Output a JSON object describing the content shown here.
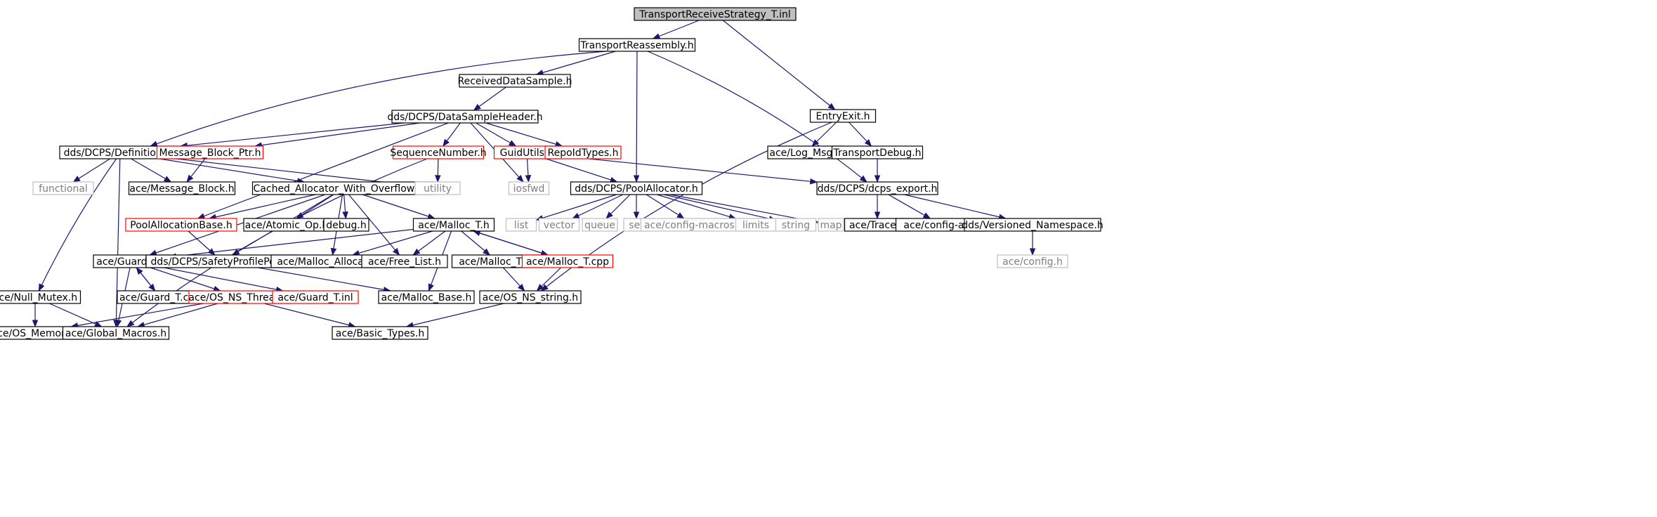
{
  "graph": {
    "colors": {
      "edge": "#191970",
      "normal_border": "#000000",
      "red_border": "#ff0000",
      "system_border": "#bfbfbf",
      "system_text": "#7f7f7f",
      "root_fill": "#bfbfbf",
      "fill": "#ffffff",
      "text": "#000000"
    },
    "nodes": [
      {
        "id": "n0",
        "label": "TransportReceiveStrategy_T.inl",
        "style": "root"
      },
      {
        "id": "n1",
        "label": "TransportReassembly.h",
        "style": "normal"
      },
      {
        "id": "n2",
        "label": "ReceivedDataSample.h",
        "style": "normal"
      },
      {
        "id": "n3",
        "label": "EntryExit.h",
        "style": "normal"
      },
      {
        "id": "n4",
        "label": "dds/DCPS/DataSampleHeader.h",
        "style": "normal"
      },
      {
        "id": "n5",
        "label": "dds/DCPS/Definitions.h",
        "style": "normal"
      },
      {
        "id": "n6",
        "label": "Message_Block_Ptr.h",
        "style": "red"
      },
      {
        "id": "n7",
        "label": "SequenceNumber.h",
        "style": "red"
      },
      {
        "id": "n8",
        "label": "GuidUtils.h",
        "style": "red"
      },
      {
        "id": "n9",
        "label": "RepoIdTypes.h",
        "style": "red"
      },
      {
        "id": "n10",
        "label": "ace/Log_Msg.h",
        "style": "normal"
      },
      {
        "id": "n11",
        "label": "TransportDebug.h",
        "style": "normal"
      },
      {
        "id": "n12",
        "label": "functional",
        "style": "system"
      },
      {
        "id": "n13",
        "label": "ace/Message_Block.h",
        "style": "normal"
      },
      {
        "id": "n14",
        "label": "Cached_Allocator_With_Overflow_T.h",
        "style": "normal"
      },
      {
        "id": "n15",
        "label": "utility",
        "style": "system"
      },
      {
        "id": "n16",
        "label": "iosfwd",
        "style": "system"
      },
      {
        "id": "n17",
        "label": "dds/DCPS/PoolAllocator.h",
        "style": "normal"
      },
      {
        "id": "n18",
        "label": "dds/DCPS/dcps_export.h",
        "style": "normal"
      },
      {
        "id": "n19",
        "label": "PoolAllocationBase.h",
        "style": "red"
      },
      {
        "id": "n20",
        "label": "ace/Atomic_Op.h",
        "style": "normal"
      },
      {
        "id": "n21",
        "label": "debug.h",
        "style": "normal"
      },
      {
        "id": "n22",
        "label": "ace/Malloc_T.h",
        "style": "normal"
      },
      {
        "id": "n23",
        "label": "list",
        "style": "system"
      },
      {
        "id": "n24",
        "label": "vector",
        "style": "system"
      },
      {
        "id": "n25",
        "label": "queue",
        "style": "system"
      },
      {
        "id": "n26",
        "label": "set",
        "style": "system"
      },
      {
        "id": "n27",
        "label": "ace/config-macros.h",
        "style": "system"
      },
      {
        "id": "n28",
        "label": "limits",
        "style": "system"
      },
      {
        "id": "n29",
        "label": "string",
        "style": "system"
      },
      {
        "id": "n30",
        "label": "map",
        "style": "system"
      },
      {
        "id": "n31",
        "label": "ace/Trace.h",
        "style": "normal"
      },
      {
        "id": "n32",
        "label": "ace/config-all.h",
        "style": "normal"
      },
      {
        "id": "n33",
        "label": "dds/Versioned_Namespace.h",
        "style": "normal"
      },
      {
        "id": "n34",
        "label": "ace/Guard_T.h",
        "style": "normal"
      },
      {
        "id": "n35",
        "label": "dds/DCPS/SafetyProfilePool.h",
        "style": "normal"
      },
      {
        "id": "n36",
        "label": "ace/Malloc_Allocator.h",
        "style": "normal"
      },
      {
        "id": "n37",
        "label": "ace/Free_List.h",
        "style": "normal"
      },
      {
        "id": "n38",
        "label": "ace/Malloc_T.inl",
        "style": "normal"
      },
      {
        "id": "n39",
        "label": "ace/Malloc_T.cpp",
        "style": "red"
      },
      {
        "id": "n40",
        "label": "ace/config.h",
        "style": "system"
      },
      {
        "id": "n41",
        "label": "ace/Null_Mutex.h",
        "style": "normal"
      },
      {
        "id": "n42",
        "label": "ace/Guard_T.cpp",
        "style": "normal"
      },
      {
        "id": "n43",
        "label": "ace/OS_NS_Thread.h",
        "style": "red"
      },
      {
        "id": "n44",
        "label": "ace/Guard_T.inl",
        "style": "red"
      },
      {
        "id": "n45",
        "label": "ace/Malloc_Base.h",
        "style": "normal"
      },
      {
        "id": "n46",
        "label": "ace/OS_NS_string.h",
        "style": "normal"
      },
      {
        "id": "n47",
        "label": "ace/OS_Memory.h",
        "style": "normal"
      },
      {
        "id": "n48",
        "label": "ace/Global_Macros.h",
        "style": "normal"
      },
      {
        "id": "n49",
        "label": "ace/Basic_Types.h",
        "style": "normal"
      }
    ],
    "edges": [
      [
        "n0",
        "n1"
      ],
      [
        "n0",
        "n3"
      ],
      [
        "n1",
        "n2"
      ],
      [
        "n1",
        "n5"
      ],
      [
        "n1",
        "n17"
      ],
      [
        "n1",
        "n18"
      ],
      [
        "n2",
        "n4"
      ],
      [
        "n4",
        "n5"
      ],
      [
        "n4",
        "n6"
      ],
      [
        "n4",
        "n7"
      ],
      [
        "n4",
        "n8"
      ],
      [
        "n4",
        "n9"
      ],
      [
        "n4",
        "n16"
      ],
      [
        "n4",
        "n19"
      ],
      [
        "n5",
        "n12"
      ],
      [
        "n5",
        "n13"
      ],
      [
        "n5",
        "n14"
      ],
      [
        "n5",
        "n15"
      ],
      [
        "n5",
        "n41"
      ],
      [
        "n5",
        "n48"
      ],
      [
        "n6",
        "n13"
      ],
      [
        "n7",
        "n15"
      ],
      [
        "n7",
        "n48"
      ],
      [
        "n8",
        "n16"
      ],
      [
        "n8",
        "n17"
      ],
      [
        "n8",
        "n18"
      ],
      [
        "n3",
        "n10"
      ],
      [
        "n3",
        "n11"
      ],
      [
        "n3",
        "n46"
      ],
      [
        "n11",
        "n18"
      ],
      [
        "n14",
        "n19"
      ],
      [
        "n14",
        "n20"
      ],
      [
        "n14",
        "n21"
      ],
      [
        "n14",
        "n22"
      ],
      [
        "n14",
        "n34"
      ],
      [
        "n14",
        "n35"
      ],
      [
        "n14",
        "n36"
      ],
      [
        "n14",
        "n37"
      ],
      [
        "n17",
        "n23"
      ],
      [
        "n17",
        "n24"
      ],
      [
        "n17",
        "n25"
      ],
      [
        "n17",
        "n26"
      ],
      [
        "n17",
        "n27"
      ],
      [
        "n17",
        "n28"
      ],
      [
        "n17",
        "n29"
      ],
      [
        "n17",
        "n30"
      ],
      [
        "n18",
        "n31"
      ],
      [
        "n18",
        "n32"
      ],
      [
        "n18",
        "n33"
      ],
      [
        "n33",
        "n40"
      ],
      [
        "n19",
        "n35"
      ],
      [
        "n22",
        "n34"
      ],
      [
        "n22",
        "n36"
      ],
      [
        "n22",
        "n37"
      ],
      [
        "n22",
        "n38"
      ],
      [
        "n22",
        "n39"
      ],
      [
        "n22",
        "n45"
      ],
      [
        "n39",
        "n22"
      ],
      [
        "n39",
        "n46"
      ],
      [
        "n38",
        "n46"
      ],
      [
        "n34",
        "n42"
      ],
      [
        "n42",
        "n34"
      ],
      [
        "n34",
        "n43"
      ],
      [
        "n34",
        "n44"
      ],
      [
        "n34",
        "n48"
      ],
      [
        "n35",
        "n45"
      ],
      [
        "n41",
        "n47"
      ],
      [
        "n41",
        "n48"
      ],
      [
        "n43",
        "n47"
      ],
      [
        "n43",
        "n48"
      ],
      [
        "n43",
        "n49"
      ],
      [
        "n46",
        "n49"
      ]
    ]
  }
}
